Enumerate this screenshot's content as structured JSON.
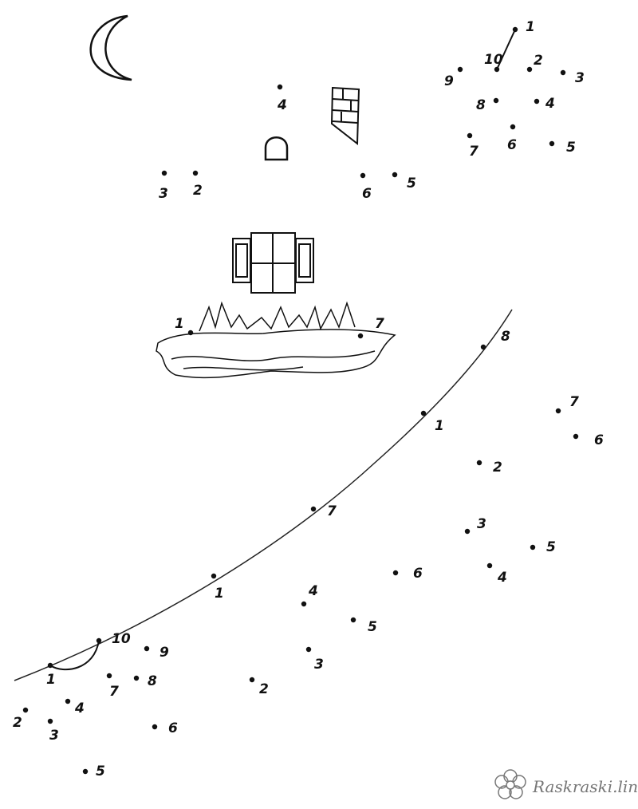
{
  "dots": [
    {
      "group": "house",
      "label": "4"
    },
    {
      "group": "house",
      "label": "3"
    },
    {
      "group": "house",
      "label": "2"
    },
    {
      "group": "house",
      "label": "6"
    },
    {
      "group": "house",
      "label": "5"
    },
    {
      "group": "star",
      "label": "1"
    },
    {
      "group": "star",
      "label": "10"
    },
    {
      "group": "star",
      "label": "2"
    },
    {
      "group": "star",
      "label": "3"
    },
    {
      "group": "star",
      "label": "9"
    },
    {
      "group": "star",
      "label": "8"
    },
    {
      "group": "star",
      "label": "4"
    },
    {
      "group": "star",
      "label": "6"
    },
    {
      "group": "star",
      "label": "7"
    },
    {
      "group": "star",
      "label": "5"
    },
    {
      "group": "nest",
      "label": "1"
    },
    {
      "group": "nest",
      "label": "7"
    },
    {
      "group": "branch",
      "label": "8"
    },
    {
      "group": "branch",
      "label": "1"
    },
    {
      "group": "branch",
      "label": "7"
    },
    {
      "group": "branch",
      "label": "1"
    },
    {
      "group": "branch",
      "label": "10"
    },
    {
      "group": "branch",
      "label": "1"
    },
    {
      "group": "right",
      "label": "7"
    },
    {
      "group": "right",
      "label": "6"
    },
    {
      "group": "right",
      "label": "2"
    },
    {
      "group": "right",
      "label": "3"
    },
    {
      "group": "right",
      "label": "5"
    },
    {
      "group": "right",
      "label": "4"
    },
    {
      "group": "right",
      "label": "6"
    },
    {
      "group": "middle",
      "label": "4"
    },
    {
      "group": "middle",
      "label": "5"
    },
    {
      "group": "middle",
      "label": "3"
    },
    {
      "group": "middle",
      "label": "2"
    },
    {
      "group": "left",
      "label": "9"
    },
    {
      "group": "left",
      "label": "8"
    },
    {
      "group": "left",
      "label": "7"
    },
    {
      "group": "left",
      "label": "4"
    },
    {
      "group": "left",
      "label": "2"
    },
    {
      "group": "left",
      "label": "3"
    },
    {
      "group": "left",
      "label": "6"
    },
    {
      "group": "left",
      "label": "5"
    }
  ],
  "watermark": "Raskraski.link"
}
